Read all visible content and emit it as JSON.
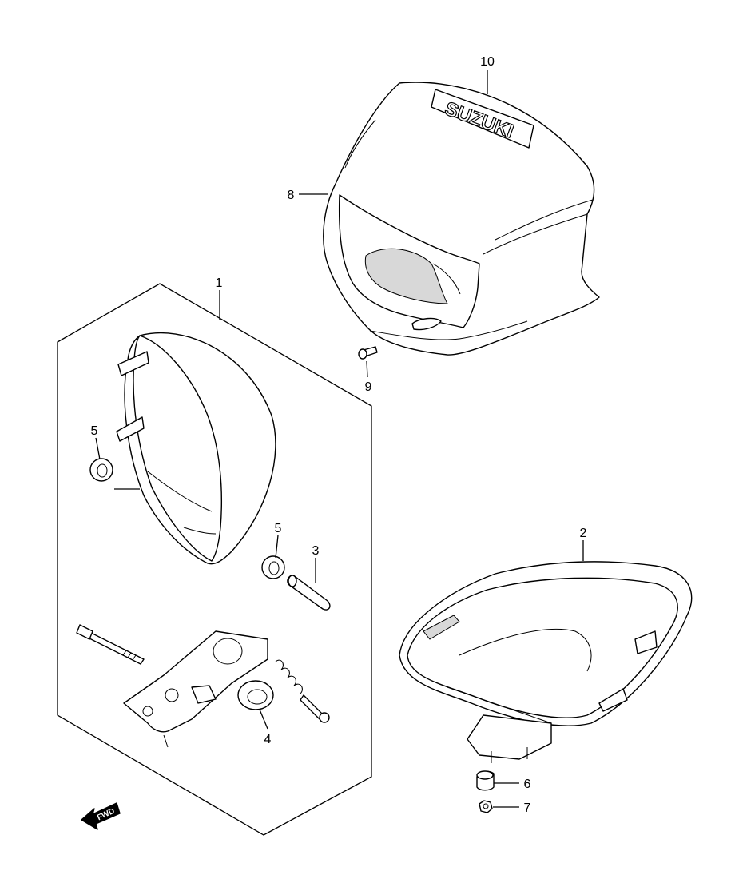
{
  "diagram": {
    "brand_text": "SUZUKI",
    "fwd_text": "FWD",
    "callouts": [
      {
        "id": "1",
        "label": "1"
      },
      {
        "id": "2",
        "label": "2"
      },
      {
        "id": "3",
        "label": "3"
      },
      {
        "id": "4",
        "label": "4"
      },
      {
        "id": "5a",
        "label": "5"
      },
      {
        "id": "5b",
        "label": "5"
      },
      {
        "id": "6",
        "label": "6"
      },
      {
        "id": "7",
        "label": "7"
      },
      {
        "id": "8",
        "label": "8"
      },
      {
        "id": "9",
        "label": "9"
      },
      {
        "id": "10",
        "label": "10"
      }
    ]
  }
}
